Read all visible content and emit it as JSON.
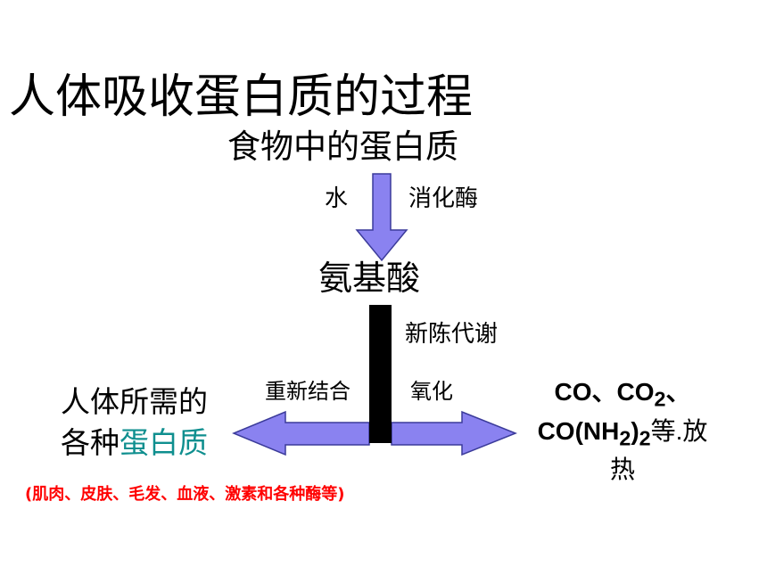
{
  "title": "人体吸收蛋白质的过程",
  "stages": {
    "food": "食物中的蛋白质",
    "amino_acid": "氨基酸"
  },
  "step1": {
    "water": "水",
    "enzyme": "消化酶"
  },
  "metabolism": "新陈代谢",
  "branches": {
    "recombine": "重新结合",
    "oxidize": "氧化"
  },
  "needed_protein": {
    "line1": "人体所需的",
    "line2_prefix": "各种",
    "line2_highlight": "蛋白质"
  },
  "products": {
    "part1": "CO、CO",
    "sub1": "2",
    "part2": "、",
    "part3": "CO(NH",
    "sub2": "2",
    "part4": ")",
    "sub3": "2",
    "part5": "等.放",
    "line3": "热"
  },
  "examples": "(肌肉、皮肤、毛发、血液、激素和各种酶等)",
  "colors": {
    "arrow_fill": "#8a82f0",
    "highlight": "#0f8f8f",
    "examples": "#ff0000"
  }
}
